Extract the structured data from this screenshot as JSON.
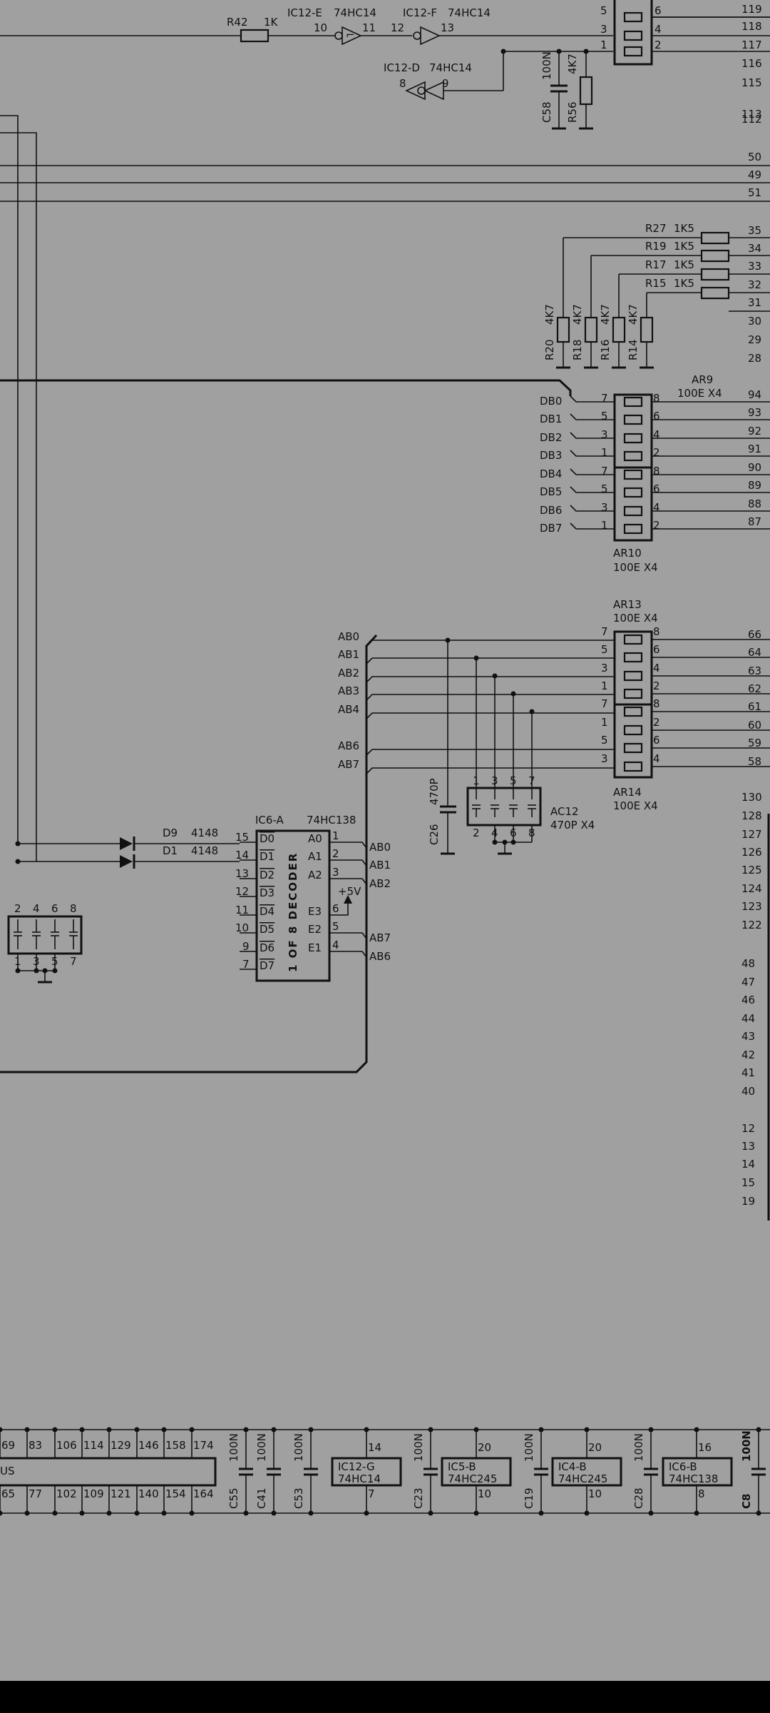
{
  "colors": {
    "paper": "#a0a0a0",
    "ink": "#111111",
    "bottom_bar": "#000000"
  },
  "labels": {
    "r42": "R42",
    "r42_val": "1K",
    "ic12e": "IC12-E",
    "ic12e_part": "74HC14",
    "ic12f": "IC12-F",
    "ic12f_part": "74HC14",
    "ic12d": "IC12-D",
    "ic12d_part": "74HC14",
    "pin10": "10",
    "pin11": "11",
    "pin12": "12",
    "pin13": "13",
    "pin8": "8",
    "pin9": "9",
    "c58_val": "100N",
    "c58": "C58",
    "r56_val": "4K7",
    "r56": "R56",
    "ar_top_pins": [
      "5",
      "3",
      "1"
    ],
    "ar_top_pins_r": [
      "6",
      "4",
      "2"
    ],
    "edge_top": [
      "119",
      "118",
      "117",
      "116",
      "115",
      "113",
      "112"
    ],
    "edge_mid": [
      "50",
      "49",
      "51"
    ],
    "r27": "R27",
    "r19": "R19",
    "r17": "R17",
    "r15": "R15",
    "r_val": "1K5",
    "edge_pull": [
      "35",
      "34",
      "33",
      "32",
      "31",
      "30",
      "29",
      "28"
    ],
    "r20": "R20",
    "r18": "R18",
    "r16": "R16",
    "r14": "R14",
    "r_low_val": "4K7",
    "ar9": "AR9",
    "ar_val": "100E  X4",
    "db": [
      "DB0",
      "DB1",
      "DB2",
      "DB3",
      "DB4",
      "DB5",
      "DB6",
      "DB7"
    ],
    "ar_left_pins": [
      "7",
      "5",
      "3",
      "1",
      "7",
      "5",
      "3",
      "1"
    ],
    "ar_right_pins": [
      "8",
      "6",
      "4",
      "2",
      "8",
      "6",
      "4",
      "2"
    ],
    "edge_db": [
      "94",
      "93",
      "92",
      "91",
      "90",
      "89",
      "88",
      "87"
    ],
    "ar10": "AR10",
    "ar13": "AR13",
    "ab": [
      "AB0",
      "AB1",
      "AB2",
      "AB3",
      "AB4",
      "AB6",
      "AB7"
    ],
    "ab_left_pins": [
      "7",
      "5",
      "3",
      "1",
      "7",
      "1",
      "5",
      "3"
    ],
    "ab_right_pins": [
      "8",
      "6",
      "4",
      "2",
      "8",
      "2",
      "6",
      "4"
    ],
    "edge_ab": [
      "66",
      "64",
      "63",
      "62",
      "61",
      "60",
      "59",
      "58"
    ],
    "ar14": "AR14",
    "c26_val": "470P",
    "c26": "C26",
    "ac12": "AC12",
    "ac12_val": "470P  X4",
    "ac12_top": [
      "1",
      "3",
      "5",
      "7"
    ],
    "ac12_bot": [
      "2",
      "4",
      "6",
      "8"
    ],
    "edge_right": [
      "130",
      "128",
      "127",
      "126",
      "125",
      "124",
      "123",
      "122",
      "48",
      "47",
      "46",
      "44",
      "43",
      "42",
      "41",
      "40",
      "12",
      "13",
      "14",
      "15",
      "19"
    ],
    "d9": "D9",
    "d9_val": "4148",
    "d1": "D1",
    "d1_val": "4148",
    "ic6a": "IC6-A",
    "ic6a_part": "74HC138",
    "dec_left_pins": [
      "15",
      "14",
      "13",
      "12",
      "11",
      "10",
      "9",
      "7"
    ],
    "dec_outs": [
      "D0",
      "D1",
      "D2",
      "D3",
      "D4",
      "D5",
      "D6",
      "D7"
    ],
    "dec_ins": [
      "A0",
      "A1",
      "A2",
      "E3",
      "E2",
      "E1"
    ],
    "dec_right_pins": [
      "1",
      "2",
      "3",
      "6",
      "5",
      "4"
    ],
    "dec_right_nets": [
      "AB0",
      "AB1",
      "AB2",
      "AB7",
      "AB6"
    ],
    "vcc": "+5V",
    "dec_title": "1 OF 8 DECODER",
    "lcap_top": [
      "2",
      "4",
      "6",
      "8"
    ],
    "lcap_bot": [
      "1",
      "3",
      "5",
      "7"
    ],
    "bus_top": [
      "69",
      "83",
      "106",
      "114",
      "129",
      "146",
      "158",
      "174"
    ],
    "bus_bot": [
      "65",
      "77",
      "102",
      "109",
      "121",
      "140",
      "154",
      "164"
    ],
    "bus_label": "US",
    "c55": "C55",
    "c41": "C41",
    "c53": "C53",
    "cap_100n": "100N",
    "ic12g": "IC12-G",
    "ic12g_part": "74HC14",
    "ic12g_top": "14",
    "ic12g_bot": "7",
    "c23": "C23",
    "ic5b": "IC5-B",
    "ic5b_part": "74HC245",
    "ic5b_top": "20",
    "ic5b_bot": "10",
    "c19": "C19",
    "ic4b": "IC4-B",
    "ic4b_part": "74HC245",
    "ic4b_top": "20",
    "ic4b_bot": "10",
    "c28": "C28",
    "ic6b": "IC6-B",
    "ic6b_part": "74HC138",
    "ic6b_top": "16",
    "ic6b_bot": "8",
    "c8": "C8",
    "c8_val": "100N"
  }
}
